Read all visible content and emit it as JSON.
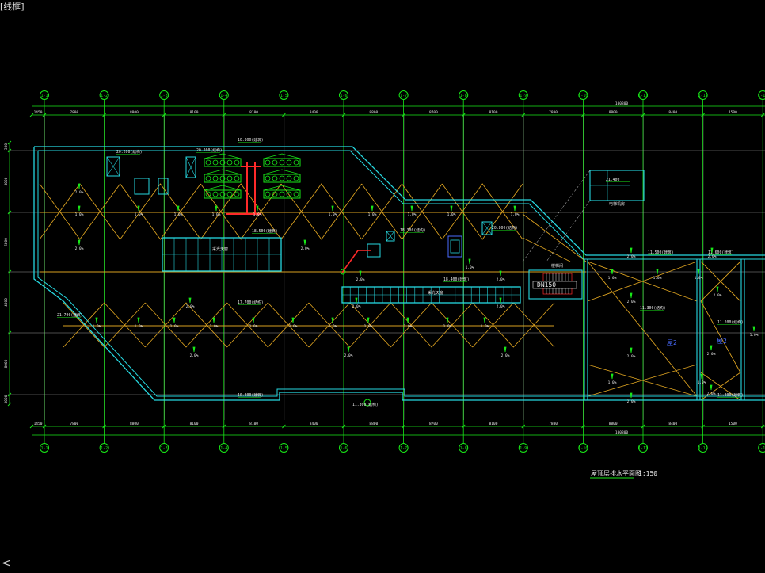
{
  "window": {
    "corner_tag": "[线框]",
    "corner_mark": "<"
  },
  "colors": {
    "grid": "#9a9a9a",
    "green": "#18e818",
    "cyan": "#26d8e0",
    "orange": "#d9a020",
    "red": "#ff2a2a",
    "white": "#e8e8e8",
    "blue": "#4a6cff"
  },
  "axes": [
    "1-1",
    "1-2",
    "1-3",
    "1-4",
    "1-5",
    "1-6",
    "1-7",
    "1-8",
    "1-9",
    "1-10",
    "1-11",
    "1-12",
    "1-13"
  ],
  "dims_top": [
    "1450",
    "7800",
    "8800",
    "8100",
    "8100",
    "8400",
    "8800",
    "8700",
    "8100",
    "7800",
    "8800",
    "8400",
    "1500"
  ],
  "dims_bottom": [
    "1450",
    "7800",
    "8800",
    "8100",
    "8100",
    "8400",
    "8800",
    "8700",
    "8100",
    "7800",
    "8800",
    "8400",
    "1500"
  ],
  "total_top": "100800",
  "total_bottom": "100800",
  "dims_left": [
    "300",
    "8000",
    "6000",
    "4000",
    "8000",
    "3000"
  ],
  "drawing": {
    "title": "屋顶层排水平面图",
    "scale": "1:150"
  },
  "elevations": [
    "10.800(建筑)",
    "20.200(结构)",
    "20.200(结构)",
    "18.500(建筑)",
    "18.300(结构)",
    "20.800(结构)",
    "21.400",
    "18.400(建筑)",
    "17.700(结构)",
    "21.700(建筑)",
    "11.500(建筑)",
    "11.600(建筑)",
    "11.300(结构)",
    "11.200(结构)",
    "10.800(建筑)",
    "11.300(结构)",
    "11.800(建筑)"
  ],
  "slopes": [
    "1.0%",
    "2.0%"
  ],
  "labels": {
    "skylight_1": "采光天窗",
    "skylight_2": "采光天窗",
    "shaft": "电梯机房",
    "stair": "楼梯间",
    "pipe": "DN150",
    "zone_a": "屋2",
    "zone_b": "屋2"
  }
}
